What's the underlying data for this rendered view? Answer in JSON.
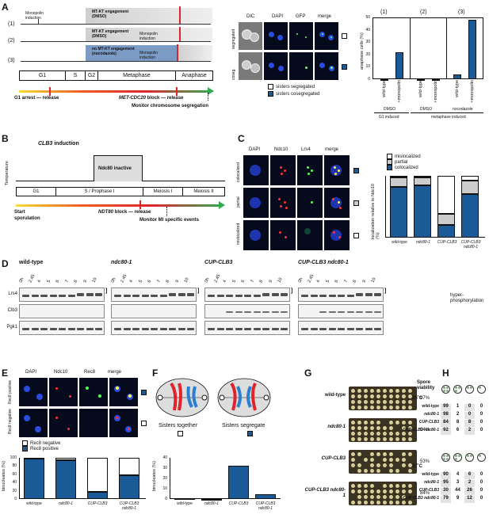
{
  "labels": {
    "A": "A",
    "B": "B",
    "C": "C",
    "D": "D",
    "E": "E",
    "F": "F",
    "G": "G",
    "H": "H"
  },
  "panelA": {
    "rows": [
      "(1)",
      "(2)",
      "(3)"
    ],
    "monopolin_induction": "Monopolin induction",
    "row1_text": "MT-KT engagement (DMSO)",
    "row2_text": "MT-KT engagement (DMSO)",
    "row3_text": "no MT-KT engagement (nocodazole)",
    "monopolin_r2": "Monopolin induction",
    "monopolin_r3": "Monopolin induction",
    "phases": [
      "G1",
      "S",
      "G2",
      "Metaphase",
      "Anaphase"
    ],
    "g1_arrest": "G1 arrest — release",
    "met_block": "MET-CDC20",
    "met_block_suffix": " block — release",
    "monitor": "Monitor chromosome segregation",
    "micro_headers": [
      "DIC",
      "DAPI",
      "GFP",
      "merge"
    ],
    "micro_rows": [
      "segregated",
      "coseg."
    ],
    "legend": [
      "sisters segregated",
      "sisters cosegregated"
    ],
    "chart_headers": [
      "(1)",
      "(2)",
      "(3)"
    ],
    "chart_groups": [
      "DMSO",
      "DMSO",
      "nocodazole"
    ],
    "chart_induced": [
      "G1 induced",
      "metaphase induced"
    ]
  },
  "panelB": {
    "clb3": "CLB3",
    "clb3_suffix": " induction",
    "temperature": "Temperature",
    "inactive": "Ndc80 inactive",
    "phases": [
      "G1",
      "S / Prophase I",
      "Meiosis I",
      "Meiosis II"
    ],
    "start": "Start",
    "sporulation": "sporulation",
    "ndt80": "NDT80",
    "ndt80_suffix": " block — release",
    "monitor": "Monitor MI specific events"
  },
  "panelC": {
    "headers": [
      "DAPI",
      "Ndc10",
      "Lrs4",
      "merge"
    ],
    "rows": [
      "colocalized",
      "partial",
      "mislocalized"
    ],
    "legend": [
      "mislocalized",
      "partial",
      "colocalized"
    ],
    "ylabel": "localization relative to Ndc10 (%)"
  },
  "panelD": {
    "genotypes": [
      "wild-type",
      "ndc80-1",
      "CUP-CLB3",
      "CUP-CLB3 ndc80-1"
    ],
    "lanes": [
      "0h",
      "2.45",
      "4",
      "5",
      "6",
      "7",
      "8",
      "9",
      "10"
    ],
    "rows": [
      "Lrs4",
      "Clb3",
      "Pgk1"
    ],
    "hyper": "hyper-",
    "phos": "phosphorylation"
  },
  "panelE": {
    "headers": [
      "DAPI",
      "Ndc10",
      "Rec8",
      "merge"
    ],
    "rows": [
      "Rec8 positive",
      "Rec8 negative"
    ],
    "legend": [
      "Rec8 negative",
      "Rec8 positive"
    ],
    "ylabel": "binucleates (%)"
  },
  "panelF": {
    "labels": [
      "Sisters together",
      "Sisters segregate"
    ],
    "ylabel": "binucleates (%)"
  },
  "panelG": {
    "header": "Spore viability",
    "rows": [
      {
        "name": "wild-type",
        "viability": "97%"
      },
      {
        "name": "ndc80-1",
        "viability": "94%"
      },
      {
        "name": "CUP-CLB3",
        "viability": "53%"
      },
      {
        "name": "CUP-CLB3 ndc80-1",
        "viability": "84%"
      }
    ]
  },
  "panelH": {
    "temps": [
      "25˚C",
      "37˚C"
    ],
    "rows": [
      "wild-type",
      "ndc80-1",
      "CUP-CLB3",
      "CUP-CLB3 ndc80-1"
    ],
    "t25": [
      [
        "99",
        "1",
        "0",
        "0"
      ],
      [
        "98",
        "2",
        "0",
        "0"
      ],
      [
        "84",
        "8",
        "8",
        "0"
      ],
      [
        "92",
        "6",
        "2",
        "0"
      ]
    ],
    "t37": [
      [
        "90",
        "4",
        "6",
        "0"
      ],
      [
        "95",
        "3",
        "2",
        "0"
      ],
      [
        "30",
        "44",
        "26",
        "0"
      ],
      [
        "79",
        "9",
        "12",
        "0"
      ]
    ]
  },
  "chart_data": [
    {
      "type": "bar",
      "panel": "A",
      "categories": [
        "wild-type",
        "+monopolin",
        "wild-type",
        "+monopolin",
        "wild-type",
        "+monopolin"
      ],
      "series": [
        {
          "name": "sisters cosegregated",
          "values": [
            0,
            22,
            0,
            0,
            4,
            48
          ]
        }
      ],
      "ylabel": "anaphase cells (%)",
      "ylim": [
        0,
        50
      ],
      "yticks": [
        0,
        10,
        20,
        30,
        40,
        50
      ]
    },
    {
      "type": "bar",
      "panel": "C",
      "stacked": true,
      "categories": [
        "wild-type",
        "ndc80-1",
        "CUP-CLB3",
        "CUP-CLB3 ndc80-1"
      ],
      "series": [
        {
          "name": "colocalized",
          "values": [
            82,
            85,
            20,
            70
          ]
        },
        {
          "name": "partial",
          "values": [
            15,
            12,
            18,
            22
          ]
        },
        {
          "name": "mislocalized",
          "values": [
            3,
            3,
            62,
            8
          ]
        }
      ],
      "ylabel": "localization relative to Ndc10 (%)",
      "ylim": [
        0,
        100
      ]
    },
    {
      "type": "bar",
      "panel": "E",
      "stacked": true,
      "categories": [
        "wild-type",
        "ndc80-1",
        "CUP-CLB3",
        "CUP-CLB3 ndc80-1"
      ],
      "series": [
        {
          "name": "Rec8 positive",
          "values": [
            100,
            95,
            18,
            58
          ]
        },
        {
          "name": "Rec8 negative",
          "values": [
            0,
            5,
            82,
            42
          ]
        }
      ],
      "ylabel": "binucleates (%)",
      "ylim": [
        0,
        100
      ],
      "yticks": [
        0,
        20,
        40,
        60,
        80,
        100
      ]
    },
    {
      "type": "bar",
      "panel": "F",
      "categories": [
        "wild-type",
        "ndc80-1",
        "CUP-CLB3",
        "CUP-CLB3 ndc80-1"
      ],
      "series": [
        {
          "name": "Sisters segregate",
          "values": [
            1,
            0,
            32,
            5
          ]
        }
      ],
      "ylabel": "binucleates (%)",
      "ylim": [
        0,
        40
      ],
      "yticks": [
        0,
        10,
        20,
        30,
        40
      ]
    }
  ]
}
